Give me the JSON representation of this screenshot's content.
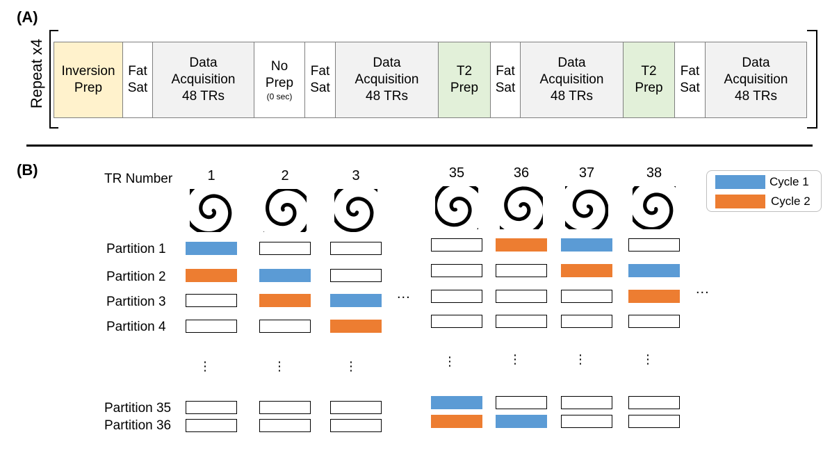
{
  "panel_a": {
    "label": "(A)",
    "repeat_label": "Repeat x4",
    "blocks": [
      {
        "lines": [
          "Inversion",
          "Prep"
        ],
        "sub": "",
        "fill": "#fff2cc"
      },
      {
        "lines": [
          "Fat",
          "Sat"
        ],
        "sub": "",
        "fill": "#ffffff"
      },
      {
        "lines": [
          "Data",
          "Acquisition",
          "48 TRs"
        ],
        "sub": "",
        "fill": "#f2f2f2"
      },
      {
        "lines": [
          "No",
          "Prep"
        ],
        "sub": "(0 sec)",
        "fill": "#ffffff"
      },
      {
        "lines": [
          "Fat",
          "Sat"
        ],
        "sub": "",
        "fill": "#ffffff"
      },
      {
        "lines": [
          "Data",
          "Acquisition",
          "48 TRs"
        ],
        "sub": "",
        "fill": "#f2f2f2"
      },
      {
        "lines": [
          "T2",
          "Prep"
        ],
        "sub": "",
        "fill": "#e2f0d9"
      },
      {
        "lines": [
          "Fat",
          "Sat"
        ],
        "sub": "",
        "fill": "#ffffff"
      },
      {
        "lines": [
          "Data",
          "Acquisition",
          "48 TRs"
        ],
        "sub": "",
        "fill": "#f2f2f2"
      },
      {
        "lines": [
          "T2",
          "Prep"
        ],
        "sub": "",
        "fill": "#e2f0d9"
      },
      {
        "lines": [
          "Fat",
          "Sat"
        ],
        "sub": "",
        "fill": "#ffffff"
      },
      {
        "lines": [
          "Data",
          "Acquisition",
          "48 TRs"
        ],
        "sub": "",
        "fill": "#f2f2f2"
      }
    ]
  },
  "panel_b": {
    "label": "(B)",
    "tr_number_label": "TR Number",
    "tr_numbers": [
      "1",
      "2",
      "3",
      "35",
      "36",
      "37",
      "38"
    ],
    "ellipsis_horizontal": "...",
    "ellipsis_vertical": "⋮",
    "partitions": [
      "Partition 1",
      "Partition 2",
      "Partition 3",
      "Partition 4",
      "Partition 35",
      "Partition 36"
    ],
    "grid": [
      [
        "cycle1",
        "empty",
        "empty",
        "empty",
        "cycle2",
        "cycle1",
        "empty"
      ],
      [
        "cycle2",
        "cycle1",
        "empty",
        "empty",
        "empty",
        "cycle2",
        "cycle1"
      ],
      [
        "empty",
        "cycle2",
        "cycle1",
        "empty",
        "empty",
        "empty",
        "cycle2"
      ],
      [
        "empty",
        "empty",
        "cycle2",
        "empty",
        "empty",
        "empty",
        "empty"
      ],
      [
        "empty",
        "empty",
        "empty",
        "cycle1",
        "empty",
        "empty",
        "empty"
      ],
      [
        "empty",
        "empty",
        "empty",
        "cycle2",
        "cycle1",
        "empty",
        "empty"
      ]
    ],
    "legend": [
      {
        "label": "Cycle 1",
        "color": "#5b9bd5"
      },
      {
        "label": "Cycle 2",
        "color": "#ed7d31"
      }
    ],
    "spiral_icon": "spiral-trajectory-icon"
  }
}
